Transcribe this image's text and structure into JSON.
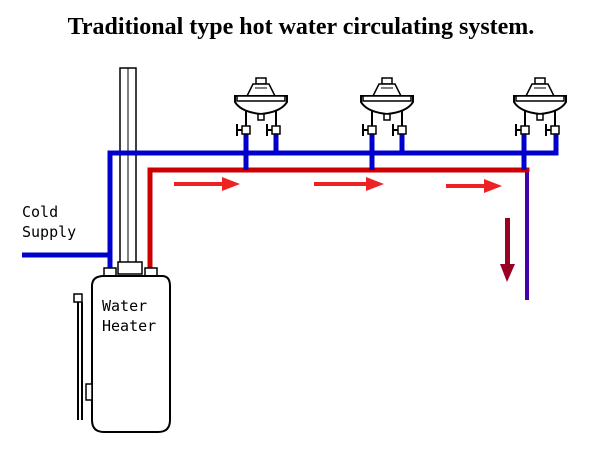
{
  "title": "Traditional type hot water circulating system.",
  "labels": {
    "cold_line1": "Cold",
    "cold_line2": "Supply",
    "heater_line1": "Water",
    "heater_line2": "Heater"
  },
  "colors": {
    "cold_pipe": "#0000cc",
    "hot_pipe": "#cc0000",
    "flow_arrow": "#ee2222",
    "return_arrow": "#990022",
    "outline": "#000000"
  },
  "icons": {
    "fixture": "sink-faucet-icon",
    "valve": "shutoff-valve-icon",
    "arrow": "flow-arrow-icon"
  }
}
